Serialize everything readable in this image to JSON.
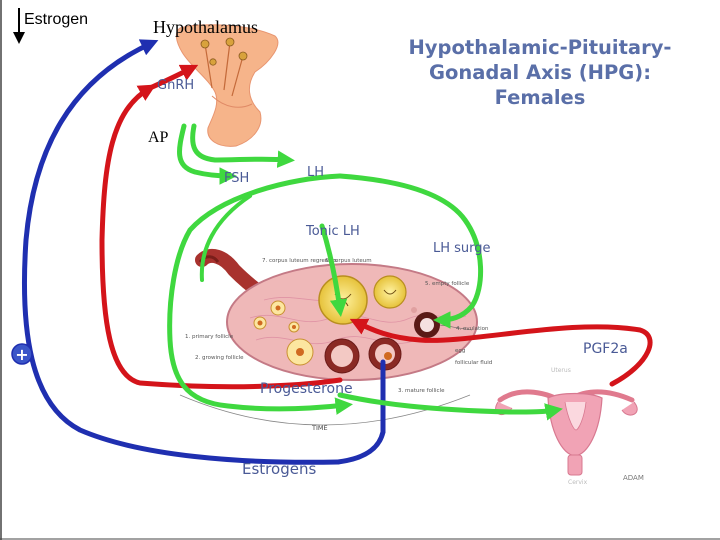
{
  "title_lines": [
    "Hypothalamic-Pituitary-",
    "Gonadal Axis (HPG):",
    "Females"
  ],
  "corner_label": "Estrogen",
  "organ_labels": {
    "hypothalamus": "Hypothalamus",
    "anterior_pituitary": "AP"
  },
  "hormones": {
    "gnrh": "GnRH",
    "fsh": "FSH",
    "lh": "LH",
    "tonic_lh": "Tonic LH",
    "lh_surge": "LH surge",
    "pgf2a": "PGF2a",
    "progesterone": "Progesterone",
    "estrogens": "Estrogens"
  },
  "feedback_sign": "+",
  "ovary_labels": {
    "corpus_luteum_regresses": "7. corpus luteum regresses",
    "corpus_luteum": "6. corpus luteum",
    "empty_follicle": "5. empty follicle",
    "ovulation": "4. ovulation",
    "primary_follicle": "1. primary follicle",
    "growing_follicle": "2. growing follicle",
    "mature_follicle": "3. mature follicle",
    "egg": "egg",
    "follicular_fluid": "follicular fluid",
    "time": "TIME"
  },
  "uterus_labels": {
    "uterus": "Uterus",
    "cervix": "Cervix"
  },
  "credit": "ADAM",
  "colors": {
    "blue": "#1f2fb0",
    "red": "#d4141a",
    "green": "#3fd83f",
    "label_text": "#4a5a96",
    "title_text": "#5a6fa8"
  }
}
